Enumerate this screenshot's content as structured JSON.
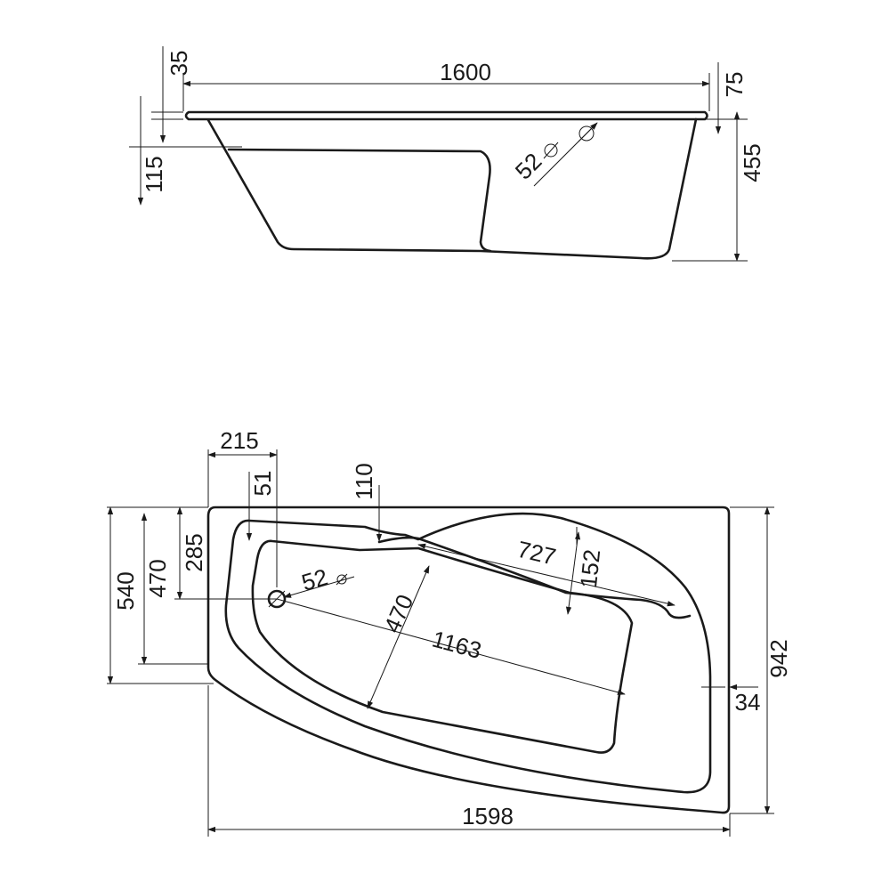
{
  "side_view": {
    "length": "1600",
    "rim_offset": "35",
    "rim_thickness": "75",
    "height": "455",
    "seat_depth": "115",
    "drain_diameter": "52"
  },
  "top_view": {
    "width": "1598",
    "depth": "942",
    "left_height": "540",
    "inner_width": "470",
    "left_corner": "285",
    "left_offset": "215",
    "drain_offset": "51",
    "rim_dip": "110",
    "drain_diameter": "52",
    "bowl_width": "470",
    "bowl_length": "1163",
    "seat_length": "727",
    "seat_width": "152",
    "side_wall": "34"
  }
}
